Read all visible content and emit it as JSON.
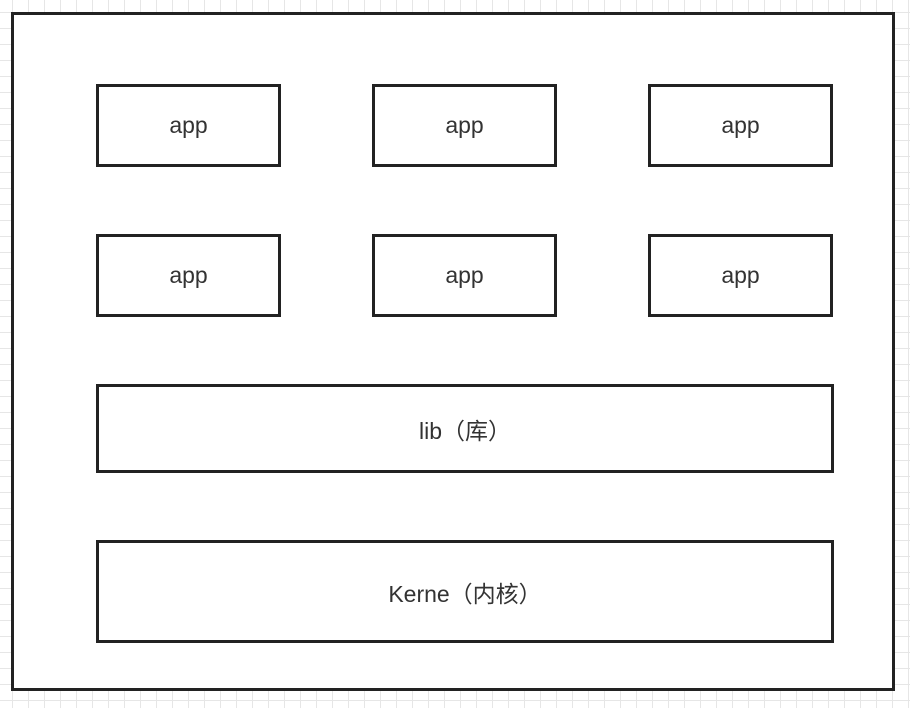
{
  "diagram": {
    "apps": [
      {
        "label": "app"
      },
      {
        "label": "app"
      },
      {
        "label": "app"
      },
      {
        "label": "app"
      },
      {
        "label": "app"
      },
      {
        "label": "app"
      }
    ],
    "lib": {
      "label": "lib（库）"
    },
    "kernel": {
      "label": "Kerne（内核）"
    }
  },
  "colors": {
    "border": "#222222",
    "text": "#333333",
    "grid": "#e6e6e6",
    "background": "#ffffff"
  }
}
